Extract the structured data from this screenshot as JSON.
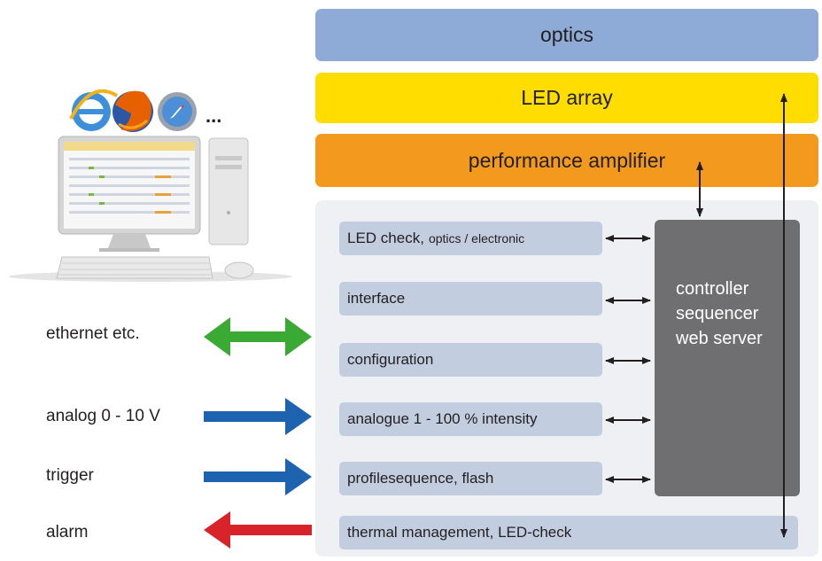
{
  "layers": {
    "optics": "optics",
    "led_array": "LED array",
    "amplifier": "performance amplifier"
  },
  "modules": [
    {
      "main": "LED check,",
      "small": "optics / electronic"
    },
    {
      "main": "interface",
      "small": ""
    },
    {
      "main": "configuration",
      "small": ""
    },
    {
      "main": "analogue 1 - 100 % intensity",
      "small": ""
    },
    {
      "main": "profilesequence, flash",
      "small": ""
    },
    {
      "main": "thermal management, LED-check",
      "small": ""
    }
  ],
  "controller": "controller\nsequencer\nweb server",
  "signals": {
    "ethernet": "ethernet etc.",
    "analog": "analog 0 - 10 V",
    "trigger": "trigger",
    "alarm": "alarm"
  },
  "browsers": {
    "ellipsis": "..."
  },
  "colors": {
    "optics": "#8eaad6",
    "led_array": "#ffdd00",
    "amplifier": "#f39a1e",
    "module": "#c2cde0",
    "panel": "#eef0f4",
    "controller": "#6f6f71",
    "ethernet_arrow": "#3aaa35",
    "input_arrow": "#1e63b0",
    "alarm_arrow": "#d9232b"
  },
  "icons": [
    "internet-explorer-icon",
    "firefox-icon",
    "safari-icon",
    "desktop-computer-icon"
  ]
}
